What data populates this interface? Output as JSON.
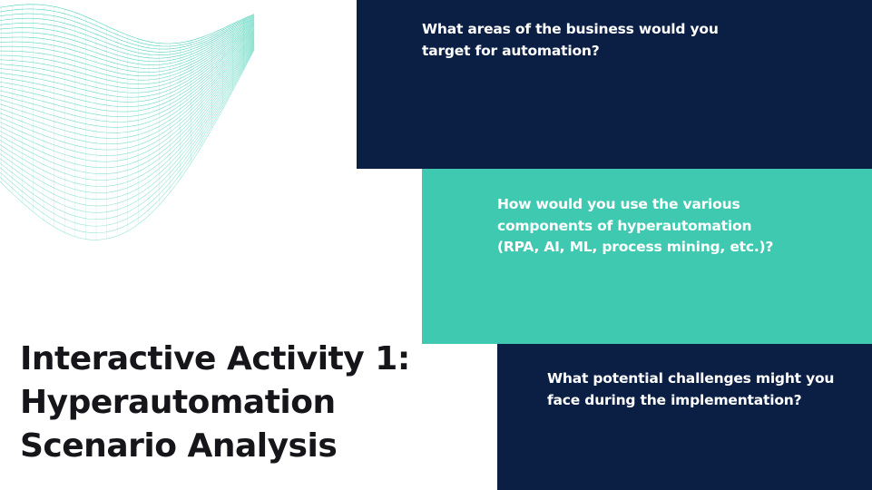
{
  "colors": {
    "navy": "#0b1f45",
    "teal": "#40c9b1",
    "wave_line": "#45cfb6",
    "title_text": "#15151a",
    "background": "#ffffff"
  },
  "decoration": {
    "icon": "wave-lines-icon"
  },
  "questions": [
    {
      "text": "What areas of the business would you target for automation?",
      "color": "#0b1f45"
    },
    {
      "text": "How would you use the various components of hyperautomation (RPA, AI, ML, process mining, etc.)?",
      "color": "#40c9b1"
    },
    {
      "text": "What potential challenges might you face during the implementation?",
      "color": "#0b1f45"
    }
  ],
  "title": {
    "lines": [
      "Interactive Activity 1:",
      "Hyperautomation",
      "Scenario Analysis"
    ]
  }
}
